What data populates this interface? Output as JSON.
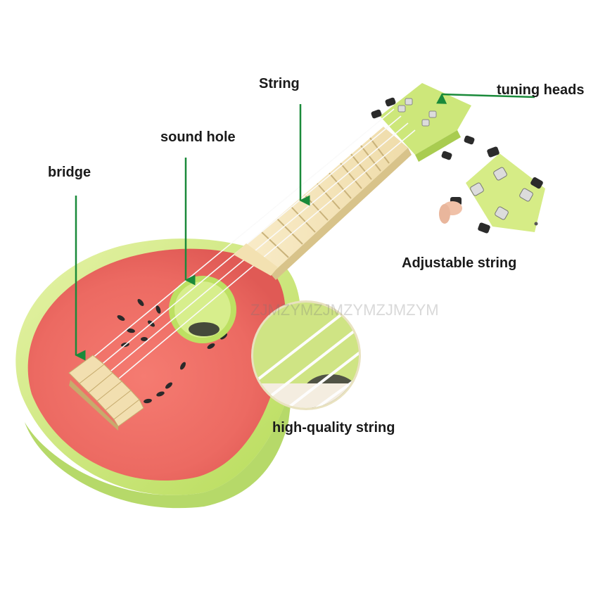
{
  "labels": {
    "string": "String",
    "tuning_heads": "tuning heads",
    "sound_hole": "sound hole",
    "bridge": "bridge",
    "adjustable_string": "Adjustable string",
    "high_quality_string": "high-quality string"
  },
  "watermark": "ZJMZYMZJMZYMZJMZYM",
  "colors": {
    "arrow": "#1a8a3a",
    "flesh": "#ef6f66",
    "rind": "#c7e66a",
    "rind_dark": "#9fc94a",
    "neck": "#f6e6bf",
    "headstock": "#cde77a",
    "seed": "#2a2a2a",
    "peg": "#2b2b2b"
  }
}
